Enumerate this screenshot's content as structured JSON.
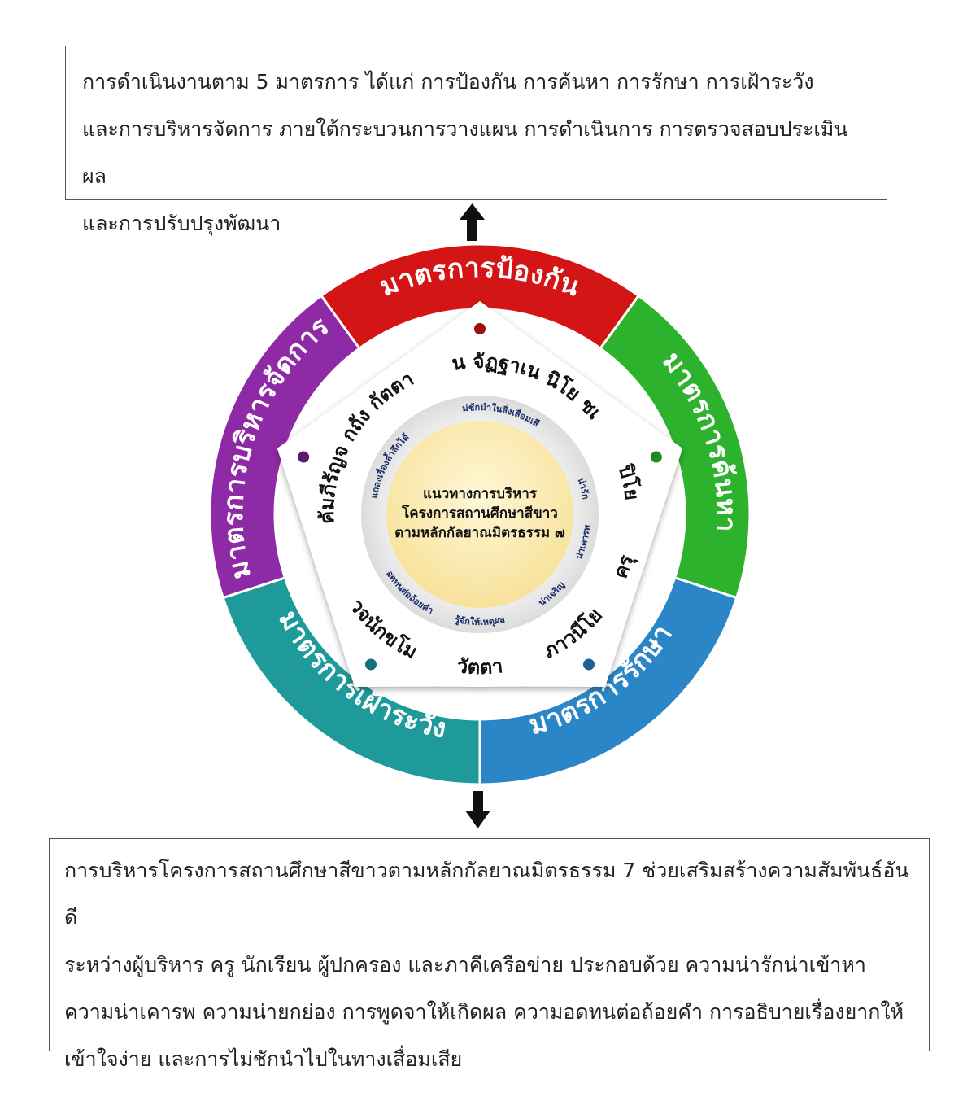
{
  "top_text": [
    "การดำเนินงานตาม 5 มาตรการ ได้แก่ การป้องกัน การค้นหา การรักษา การเฝ้าระวัง",
    "และการบริหารจัดการ ภายใต้กระบวนการวางแผน การดำเนินการ การตรวจสอบประเมินผล",
    "และการปรับปรุงพัฒนา"
  ],
  "bottom_text": [
    "การบริหารโครงการสถานศึกษาสีขาวตามหลักกัลยาณมิตรธรรม 7 ช่วยเสริมสร้างความสัมพันธ์อันดี",
    "ระหว่างผู้บริหาร ครู นักเรียน ผู้ปกครอง และภาคีเครือข่าย ประกอบด้วย ความน่ารักน่าเข้าหา",
    "ความน่าเคารพ ความน่ายกย่อง การพูดจาให้เกิดผล ความอดทนต่อถ้อยคำ การอธิบายเรื่องยากให้",
    "เข้าใจง่าย และการไม่ชักนำไปในทางเสื่อมเสีย"
  ],
  "segments": [
    {
      "label": "มาตรการป้องกัน",
      "color": "#d41515"
    },
    {
      "label": "มาตรการค้นหา",
      "color": "#2cb22c"
    },
    {
      "label": "มาตรการรักษา",
      "color": "#2a86c6"
    },
    {
      "label": "มาตรการเฝ้าระวัง",
      "color": "#1f9a9a"
    },
    {
      "label": "มาตรการบริหารจัดการ",
      "color": "#8e2aa6"
    }
  ],
  "virtues": [
    "โน จัฏฐาเน นิโย ชเย",
    "ปิโย",
    "ครุ",
    "ภาวนีโย",
    "วัตตา",
    "วจนักขโม",
    "คัมภีรัญจ กถัง กัตตา"
  ],
  "meanings": [
    "ไม่ชักนำในสิ่งเสื่อมเสีย",
    "น่ารัก",
    "น่าเคารพ",
    "น่าเจริญ",
    "รู้จักให้เหตุผล",
    "อดทนต่อถ้อยคำ",
    "แถลงเรื่องล้ำลึกได้"
  ],
  "center_title": [
    "แนวทางการบริหาร",
    "โครงการสถานศึกษาสีขาว",
    "ตามหลักกัลยาณมิตรธรรม ๗"
  ],
  "colors": {
    "arrow": "#111111",
    "box_border": "#555555",
    "core": "#fbeab0",
    "inner_ring": "#e8e8e8"
  }
}
